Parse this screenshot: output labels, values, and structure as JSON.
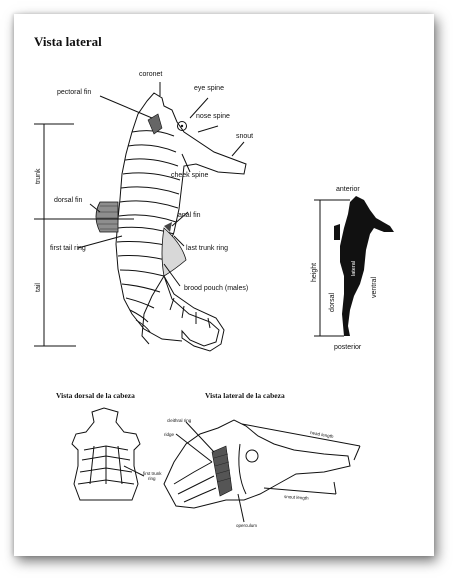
{
  "titles": {
    "main": "Vista lateral",
    "dorsal_head": "Vista dorsal de la cabeza",
    "lateral_head": "Vista lateral de la cabeza"
  },
  "labels": {
    "coronet": "coronet",
    "eye_spine": "eye spine",
    "pectoral_fin": "pectoral fin",
    "nose_spine": "nose spine",
    "snout": "snout",
    "trunk": "trunk",
    "cheek_spine": "cheek spine",
    "dorsal_fin": "dorsal fin",
    "anal_fin": "anal fin",
    "first_tail_ring": "first tail ring",
    "last_trunk_ring": "last trunk ring",
    "tail": "tail",
    "brood_pouch": "brood pouch (males)",
    "anterior": "anterior",
    "height": "height",
    "dorsal": "dorsal",
    "lateral": "lateral",
    "ventral": "ventral",
    "posterior": "posterior",
    "first_trunk_ring_1": "first trunk",
    "first_trunk_ring_2": "ring",
    "cleithral_ring": "cleithral ring",
    "ridge": "ridge",
    "head_length": "head length",
    "snout_length": "snout length",
    "operculum": "operculum"
  }
}
